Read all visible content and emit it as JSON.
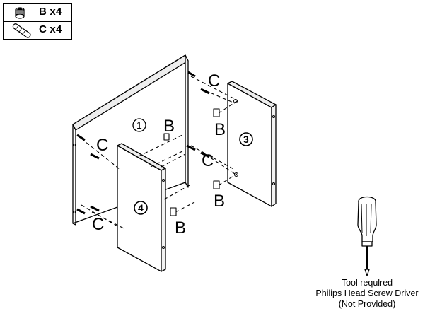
{
  "parts_list": [
    {
      "icon": "screw-bolt-icon",
      "label": "B x4"
    },
    {
      "icon": "wooden-dowel-icon",
      "label": "C x4"
    }
  ],
  "callouts": {
    "c_top": "C",
    "c_left_top": "C",
    "c_left_bottom": "C",
    "c_middle": "C",
    "b_center": "B",
    "b_right_top": "B",
    "b_right_bottom": "B",
    "b_front": "B"
  },
  "panels": {
    "back": "1",
    "right": "3",
    "front": "4"
  },
  "tool_note": {
    "line1": "Tool requlred",
    "line2": "Philips Head Screw Driver",
    "line3": "(Not Provlded)"
  },
  "colors": {
    "line": "#000000",
    "panel_face": "#ffffff",
    "panel_edge": "#e8e8e8"
  }
}
